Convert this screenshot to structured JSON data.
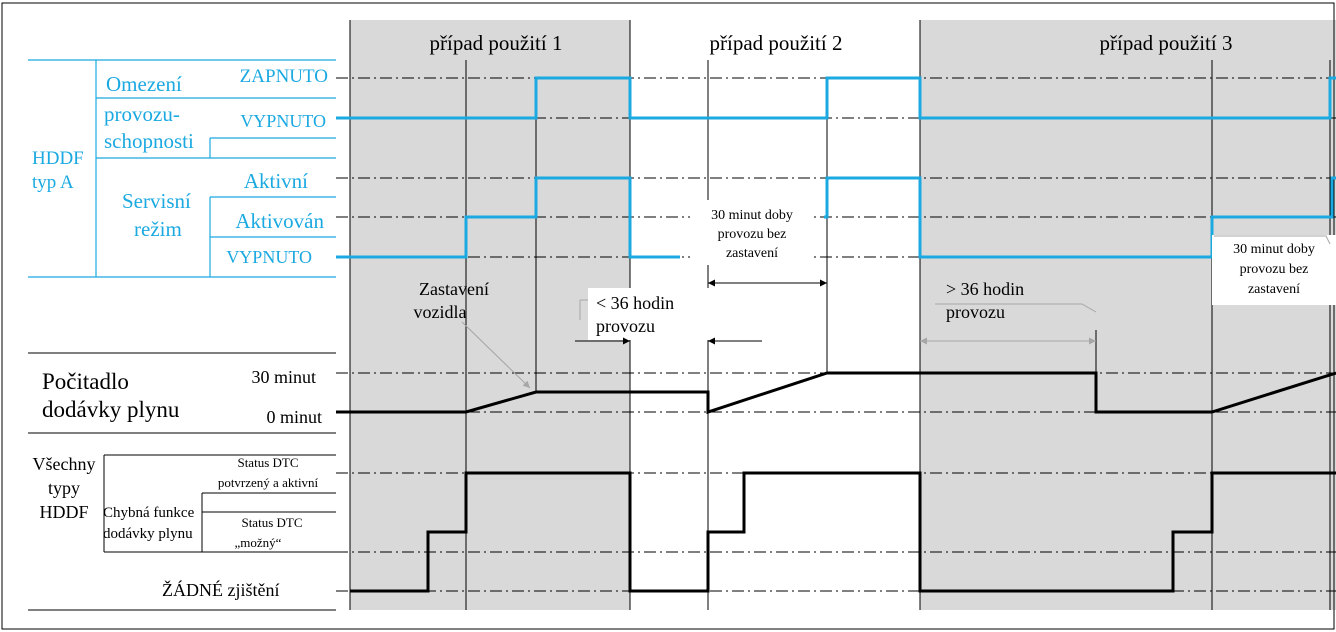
{
  "colors": {
    "signal_blue": "#1ba9e1",
    "shade_gray": "#d9d9d9",
    "gray_line": "#a6a6a6",
    "black": "#000000"
  },
  "use_cases": [
    {
      "label": "případ použití 1"
    },
    {
      "label": "případ použití 2"
    },
    {
      "label": "případ použití 3"
    }
  ],
  "hddf_a": {
    "group_line1": "HDDF",
    "group_line2": "typ A",
    "limitation": {
      "name_line1": "Omezení",
      "name_line2": "provozu-",
      "name_line3": "schopnosti",
      "on": "ZAPNUTO",
      "off": "VYPNUTO"
    },
    "service": {
      "name_line1": "Servisní",
      "name_line2": "režim",
      "active": "Aktivní",
      "activated": "Aktivován",
      "off": "VYPNUTO"
    }
  },
  "counter": {
    "name_line1": "Počitadlo",
    "name_line2": "dodávky plynu",
    "max": "30 minut",
    "min": "0 minut"
  },
  "all_hddf": {
    "group_line1": "Všechny",
    "group_line2": "typy",
    "group_line3": "HDDF",
    "fault_line1": "Chybná funkce",
    "fault_line2": "dodávky plynu",
    "confirmed_line1": "Status DTC",
    "confirmed_line2": "potvrzený a aktivní",
    "possible_line1": "Status DTC",
    "possible_line2": "„možný“",
    "none": "ŽÁDNÉ zjištění"
  },
  "annotations": {
    "vehicle_stop_line1": "Zastavení",
    "vehicle_stop_line2": "vozidla",
    "lt36_line1": "< 36 hodin",
    "lt36_line2": "provozu",
    "gt36_line1": "> 36 hodin",
    "gt36_line2": "provozu",
    "op30_a_line1": "30 minut doby",
    "op30_a_line2": "provozu bez",
    "op30_a_line3": "zastavení",
    "op30_b_line1": "30 minut doby",
    "op30_b_line2": "provozu bez",
    "op30_b_line3": "zastavení"
  }
}
